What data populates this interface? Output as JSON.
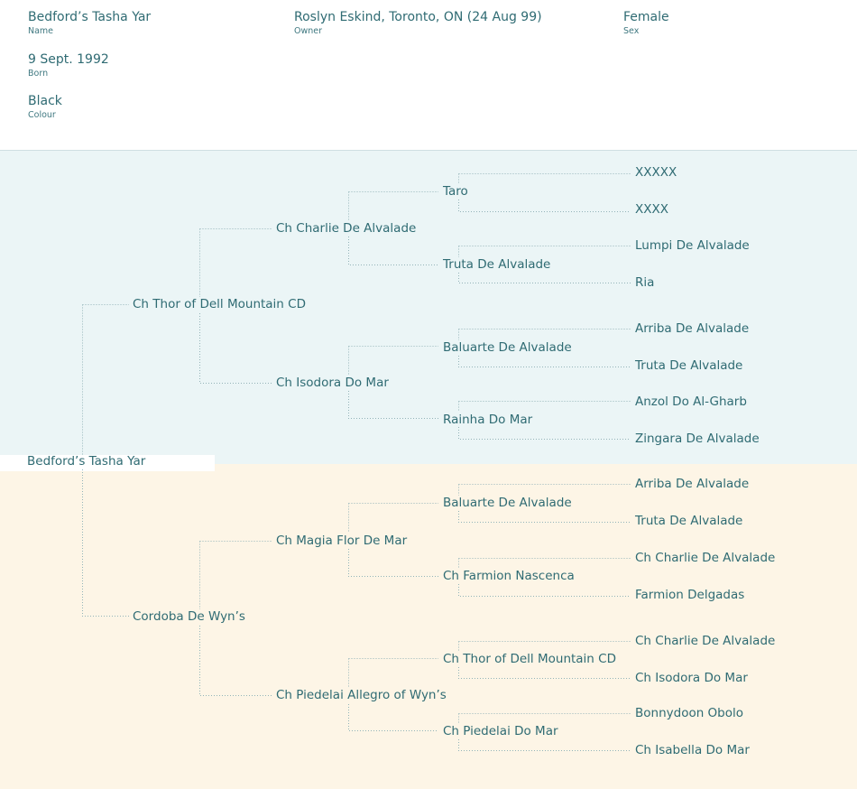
{
  "details": {
    "name": {
      "value": "Bedford’s Tasha Yar",
      "label": "Name"
    },
    "owner": {
      "value": "Roslyn  Eskind, Toronto, ON (24 Aug 99)",
      "label": "Owner"
    },
    "sex": {
      "value": "Female",
      "label": "Sex"
    },
    "born": {
      "value": "9 Sept. 1992",
      "label": "Born"
    },
    "colour": {
      "value": "Black",
      "label": "Colour"
    }
  },
  "pedigree": {
    "subject": "Bedford’s Tasha Yar",
    "sire": {
      "name": "Ch Thor of Dell Mountain CD",
      "sire": {
        "name": "Ch Charlie De Alvalade",
        "sire": {
          "name": "Taro",
          "sire": "XXXXX",
          "dam": "XXXX"
        },
        "dam": {
          "name": "Truta De Alvalade",
          "sire": "Lumpi De Alvalade",
          "dam": "Ria"
        }
      },
      "dam": {
        "name": "Ch Isodora Do Mar",
        "sire": {
          "name": "Baluarte De Alvalade",
          "sire": "Arriba De Alvalade",
          "dam": "Truta De Alvalade"
        },
        "dam": {
          "name": "Rainha Do Mar",
          "sire": "Anzol Do Al-Gharb",
          "dam": "Zingara De Alvalade"
        }
      }
    },
    "dam": {
      "name": "Cordoba De Wyn’s",
      "sire": {
        "name": "Ch Magia Flor De Mar",
        "sire": {
          "name": "Baluarte De Alvalade",
          "sire": "Arriba De Alvalade",
          "dam": "Truta De Alvalade"
        },
        "dam": {
          "name": "Ch Farmion Nascenca",
          "sire": "Ch Charlie De Alvalade",
          "dam": "Farmion Delgadas"
        }
      },
      "dam": {
        "name": "Ch Piedelai Allegro of Wyn’s",
        "sire": {
          "name": "Ch Thor of Dell Mountain CD",
          "sire": "Ch Charlie De Alvalade",
          "dam": "Ch Isodora Do Mar"
        },
        "dam": {
          "name": "Ch Piedelai Do Mar",
          "sire": "Bonnydoon Obolo",
          "dam": "Ch Isabella Do Mar"
        }
      }
    }
  }
}
